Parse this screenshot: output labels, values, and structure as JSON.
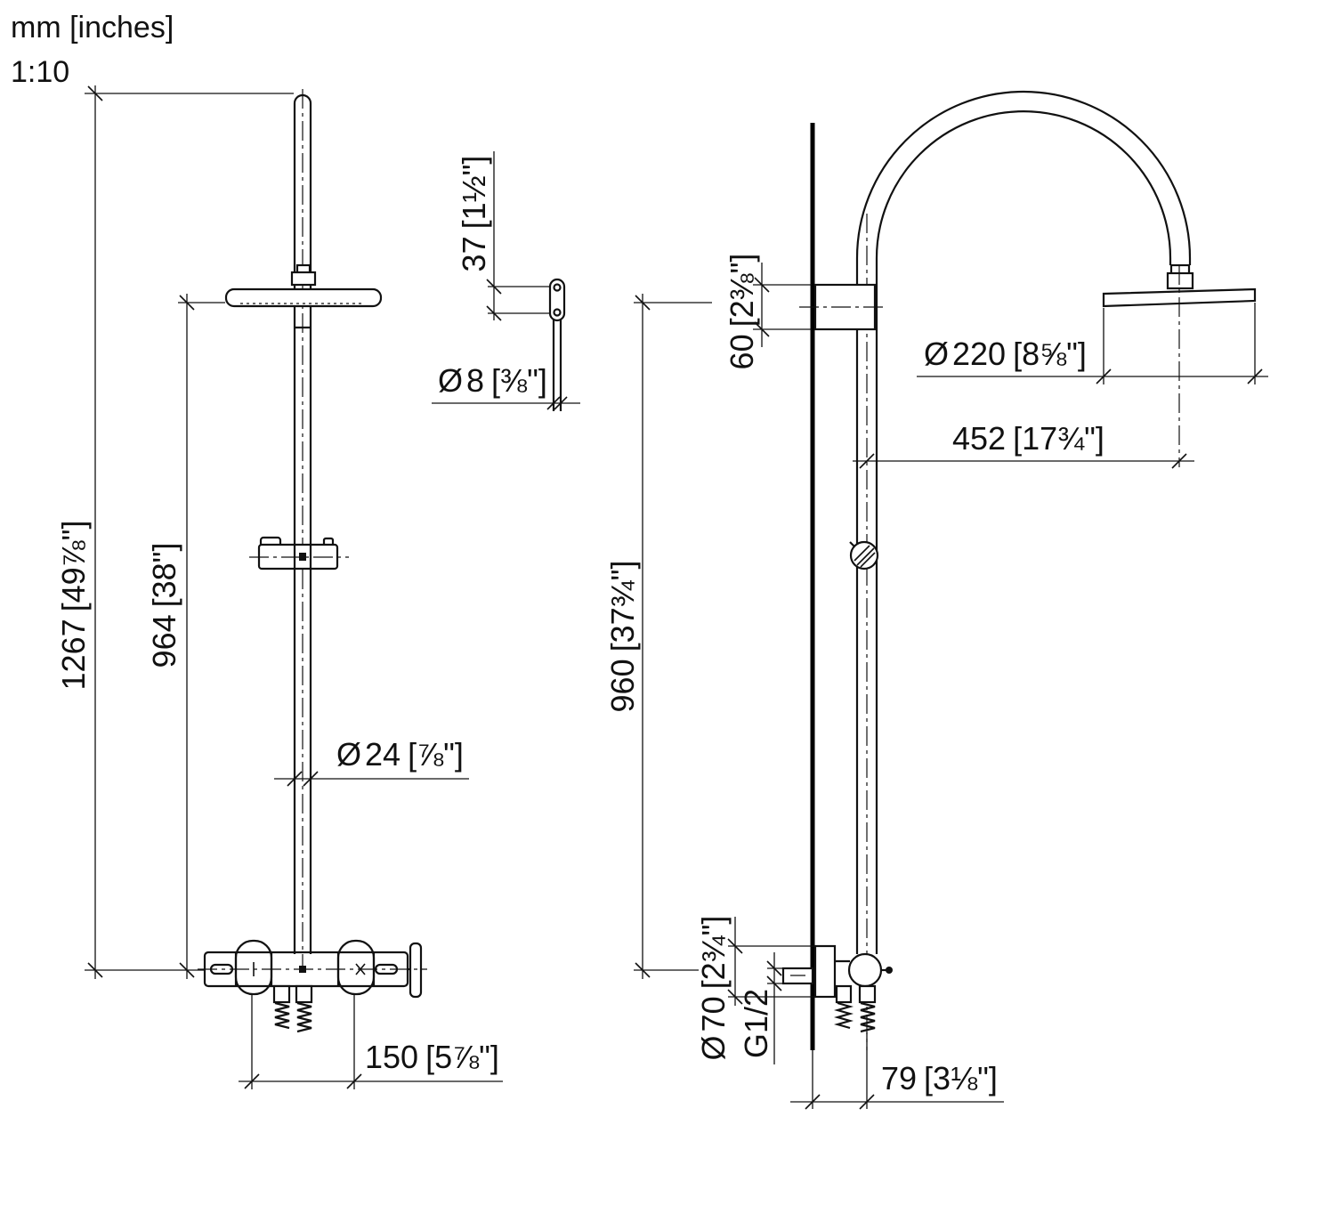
{
  "header": {
    "units": "mm [inches]",
    "scale": "1:10"
  },
  "dims": {
    "total_height": {
      "mm": "1267",
      "in": "[49⅞\"]"
    },
    "head_height": {
      "mm": "964",
      "in": "[38\"]"
    },
    "bracket_width": {
      "mm": "37",
      "in": "[1½\"]"
    },
    "rod_diameter": {
      "sym": "Ø",
      "mm": "8",
      "in": "[⅜\"]"
    },
    "pipe_diameter": {
      "sym": "Ø",
      "mm": "24",
      "in": "[⅞\"]"
    },
    "inlet_spacing": {
      "mm": "150",
      "in": "[5⅞\"]"
    },
    "bracket_height": {
      "mm": "60",
      "in": "[2⅜\"]"
    },
    "side_height": {
      "mm": "960",
      "in": "[37¾\"]"
    },
    "head_diameter": {
      "sym": "Ø",
      "mm": "220",
      "in": "[8⅝\"]"
    },
    "arm_projection": {
      "mm": "452",
      "in": "[17¾\"]"
    },
    "mixer_diameter": {
      "sym": "Ø",
      "mm": "70",
      "in": "[2¾\"]"
    },
    "connection_thread": "G1/2",
    "wall_distance": {
      "mm": "79",
      "in": "[3⅛\"]"
    }
  }
}
